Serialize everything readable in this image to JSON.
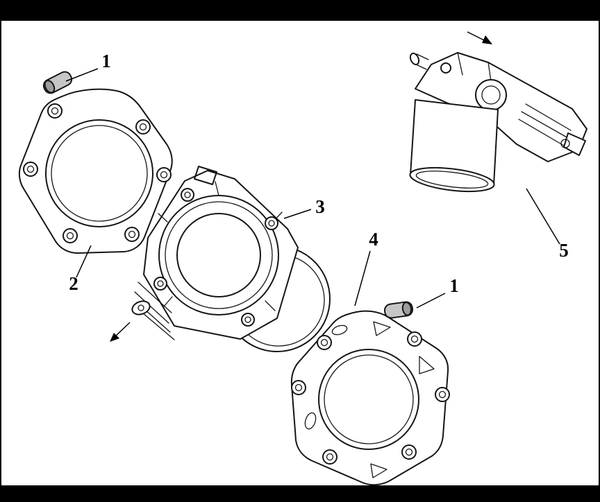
{
  "diagram": {
    "background_color": "#ffffff",
    "line_color": "#151515",
    "bar_color": "#000000",
    "callouts": [
      {
        "label": "1",
        "target": "dowel-pin-upper"
      },
      {
        "label": "2",
        "target": "head-gasket"
      },
      {
        "label": "3",
        "target": "cylinder-block"
      },
      {
        "label": "4",
        "target": "base-gasket"
      },
      {
        "label": "1",
        "target": "dowel-pin-lower"
      },
      {
        "label": "5",
        "target": "cylinder-head-assembly"
      }
    ]
  }
}
